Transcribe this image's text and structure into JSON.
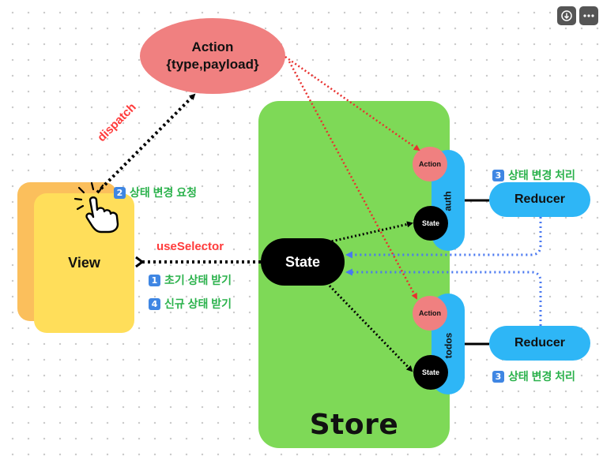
{
  "toolbar": {
    "download_icon": "download-icon",
    "more_icon": "more-icon"
  },
  "action": {
    "title": "Action",
    "subtitle": "{type,payload}"
  },
  "store": {
    "title": "Store"
  },
  "view": {
    "title": "View"
  },
  "state": {
    "label": "State"
  },
  "slices": [
    {
      "name": "auth",
      "action_label": "Action",
      "state_label": "State"
    },
    {
      "name": "todos",
      "action_label": "Action",
      "state_label": "State"
    }
  ],
  "reducers": [
    {
      "label": "Reducer"
    },
    {
      "label": "Reducer"
    }
  ],
  "labels": {
    "dispatch": "dispatch",
    "use_selector": "useSelector",
    "step2_badge": "2",
    "step2_text": "상태 변경 요청",
    "step1_badge": "1",
    "step1_text": "초기 상태 받기",
    "step4_badge": "4",
    "step4_text": "신규 상태 받기",
    "step3a_badge": "3",
    "step3a_text": "상태 변경 처리",
    "step3b_badge": "3",
    "step3b_text": "상태 변경 처리"
  },
  "colors": {
    "store": "#7ed957",
    "action": "#f08080",
    "slice": "#2eb6f6",
    "view_front": "#ffde5a",
    "view_back": "#fbbf5c",
    "label_green": "#2bb24c",
    "label_red": "#ff3b3b",
    "badge_blue": "#3f86e3",
    "arrow_blue": "#4a78f0"
  }
}
